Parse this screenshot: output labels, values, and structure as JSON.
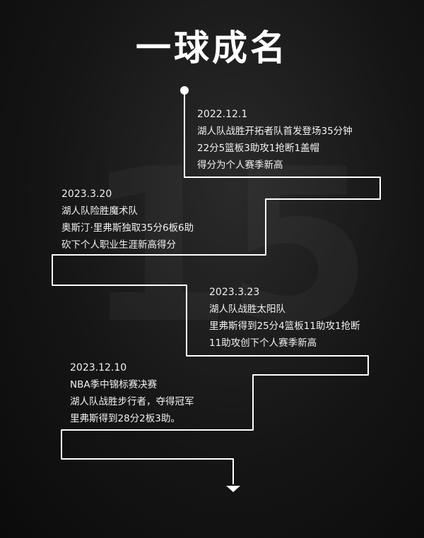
{
  "title": "一球成名",
  "background_number": "15",
  "entries": [
    {
      "date": "2022.12.1",
      "lines": [
        "湖人队战胜开拓者队首发登场35分钟",
        "22分5篮板3助攻1抢断1盖帽",
        "得分为个人赛季新高"
      ]
    },
    {
      "date": "2023.3.20",
      "lines": [
        "湖人队险胜魔术队",
        "奥斯汀·里弗斯独取35分6板6助",
        "砍下个人职业生涯新高得分"
      ]
    },
    {
      "date": "2023.3.23",
      "lines": [
        "湖人队战胜太阳队",
        "里弗斯得到25分4篮板11助攻1抢断",
        "11助攻创下个人赛季新高"
      ]
    },
    {
      "date": "2023.12.10",
      "lines": [
        "NBA季中锦标赛决赛",
        "湖人队战胜步行者，夺得冠军",
        "里弗斯得到28分2板3助。"
      ]
    }
  ],
  "colors": {
    "line": "#ffffff",
    "background": "#151515"
  }
}
